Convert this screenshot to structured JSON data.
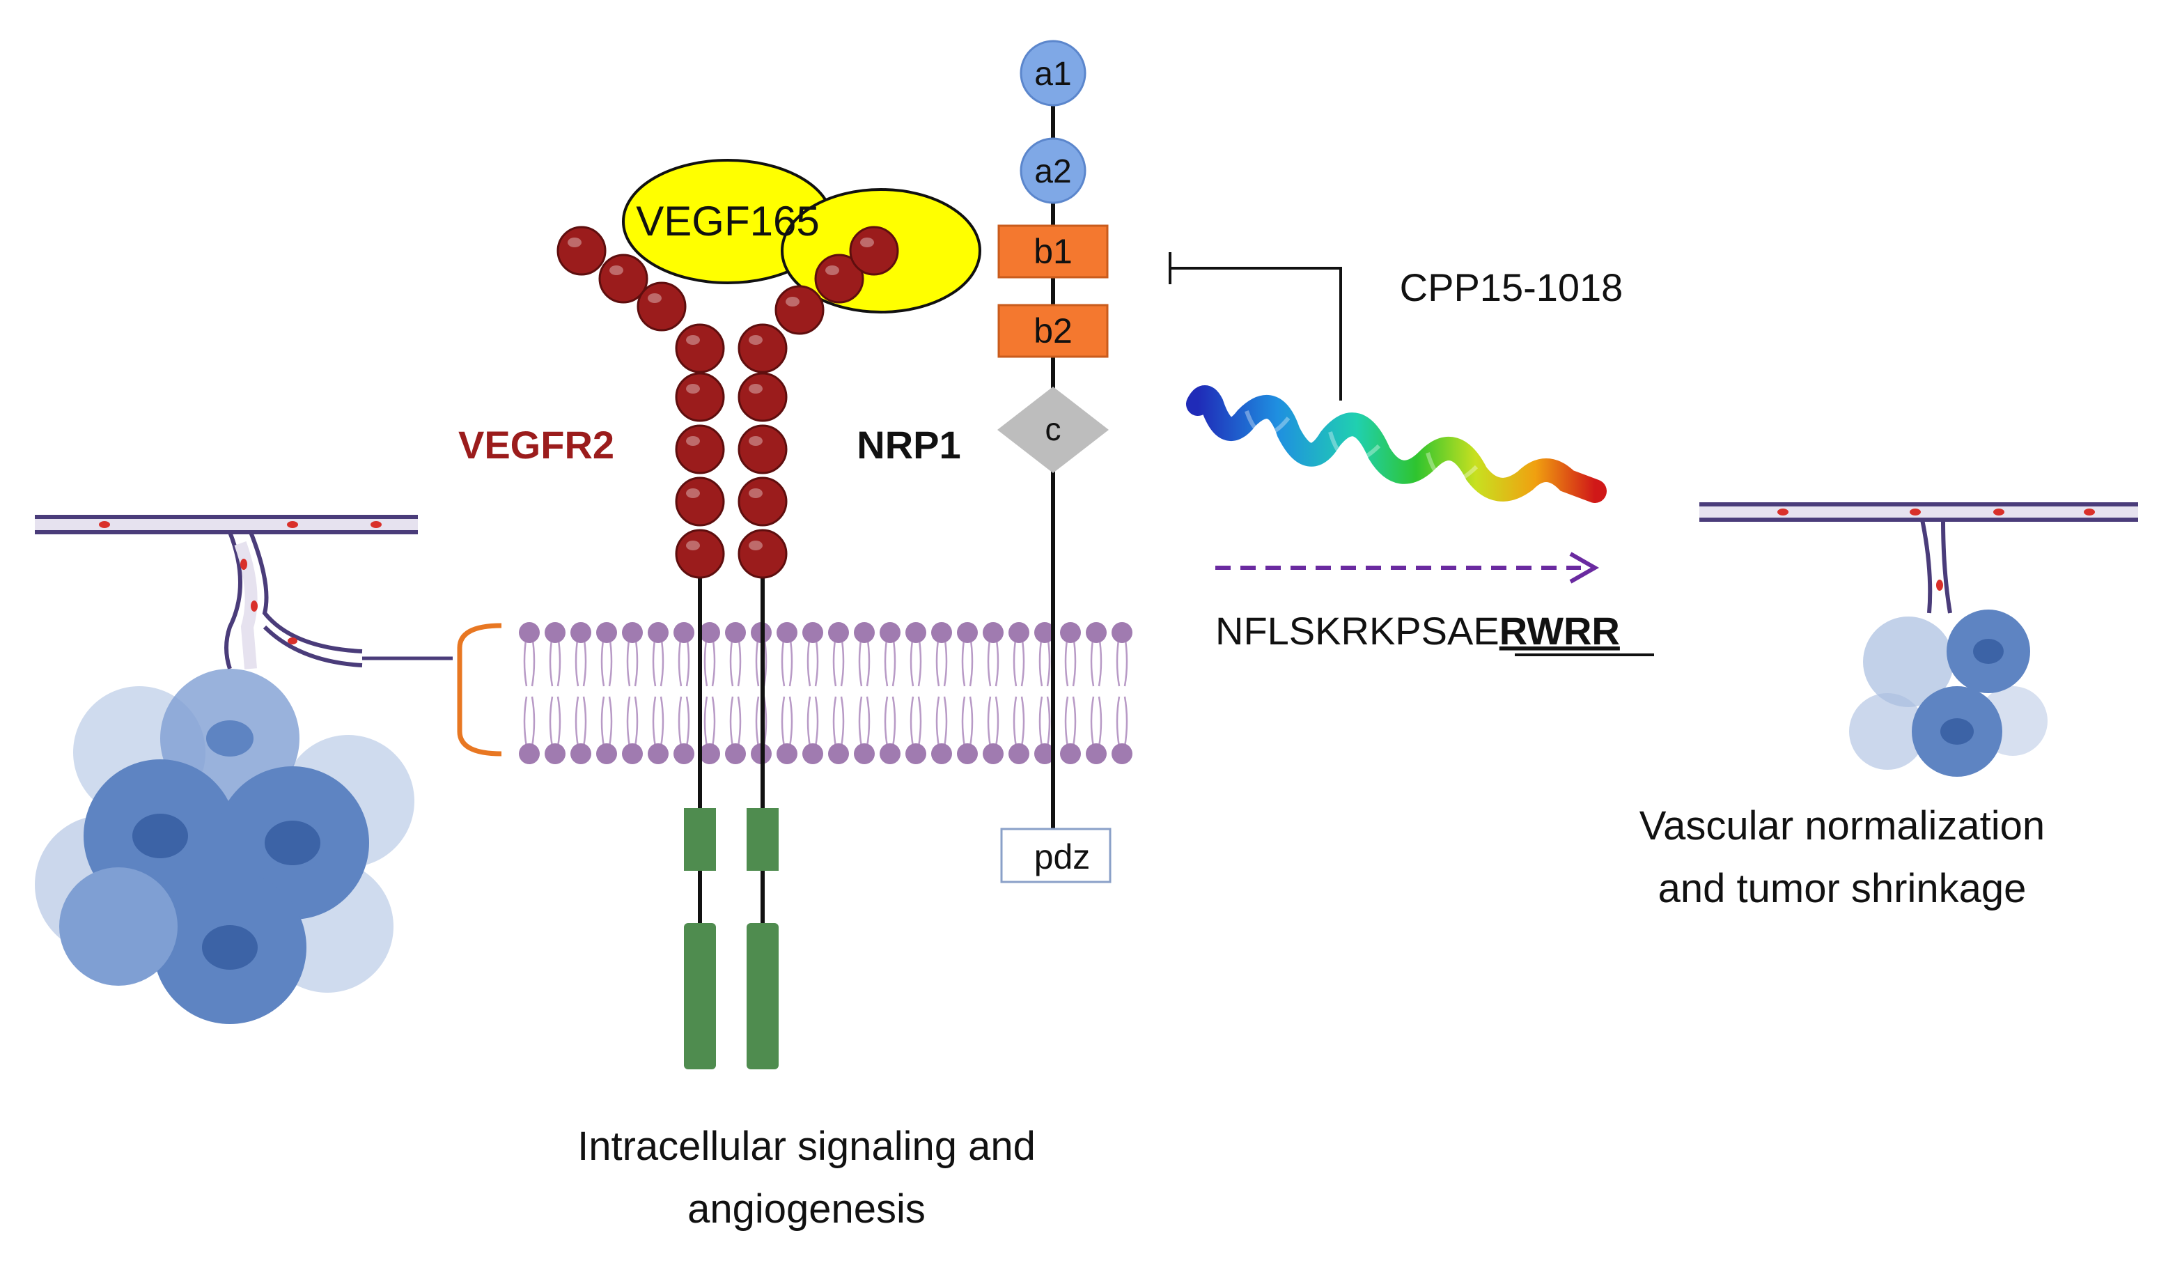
{
  "labels": {
    "vegf": "VEGF165",
    "vegfr2": "VEGFR2",
    "nrp1": "NRP1",
    "peptide_name": "CPP15-1018",
    "seq_plain": "NFLSKRKPSAE",
    "seq_bold": "RWRR",
    "outcome_right_line1": "Vascular normalization",
    "outcome_right_line2": "and tumor shrinkage",
    "outcome_bottom_line1": "Intracellular signaling and",
    "outcome_bottom_line2": "angiogenesis"
  },
  "domains": {
    "a1": "a1",
    "a2": "a2",
    "b1": "b1",
    "b2": "b2",
    "c": "c",
    "pdz": "pdz"
  },
  "colors": {
    "receptor_bead": "#9b1c1c",
    "vegf_fill": "#ffff00",
    "a_domain": "#7fa8e6",
    "b_domain": "#f4782f",
    "c_domain": "#bdbdbd",
    "membrane_head": "#a07bb0",
    "bracket": "#e87722",
    "arrow": "#6a2aa0",
    "kinase": "#4f8c4f",
    "vessel": "#5a4a8a",
    "tumor": "#5e84c2"
  }
}
